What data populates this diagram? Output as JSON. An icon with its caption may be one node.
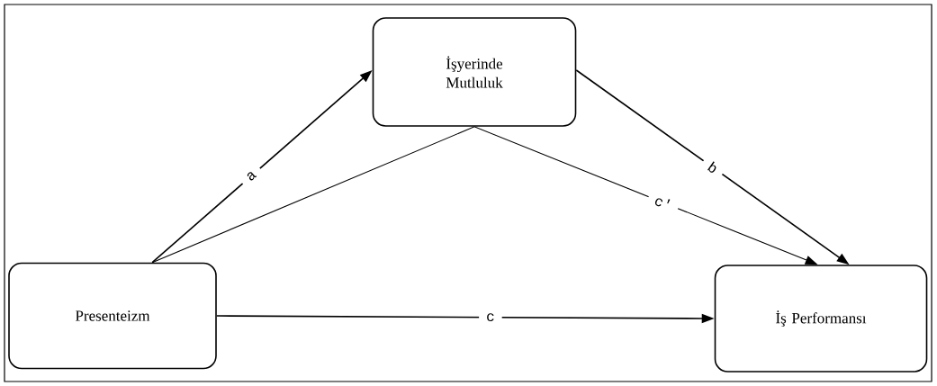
{
  "diagram": {
    "nodes": [
      {
        "text": [
          "Presenteizm"
        ]
      },
      {
        "text": [
          "İşyerinde Mutluluk"
        ]
      },
      {
        "text": [
          "İş Performansı"
        ]
      }
    ],
    "edges": [
      {
        "from": 0,
        "to": 1,
        "arrow": "to",
        "label": "a"
      },
      {
        "from": 1,
        "to": 2,
        "arrow": "to",
        "label": "b"
      },
      {
        "from": 0,
        "to": 2,
        "arrow": "to",
        "label": "c'"
      },
      {
        "from": 0,
        "to": 2,
        "arrow": "to",
        "label": "c"
      }
    ]
  }
}
